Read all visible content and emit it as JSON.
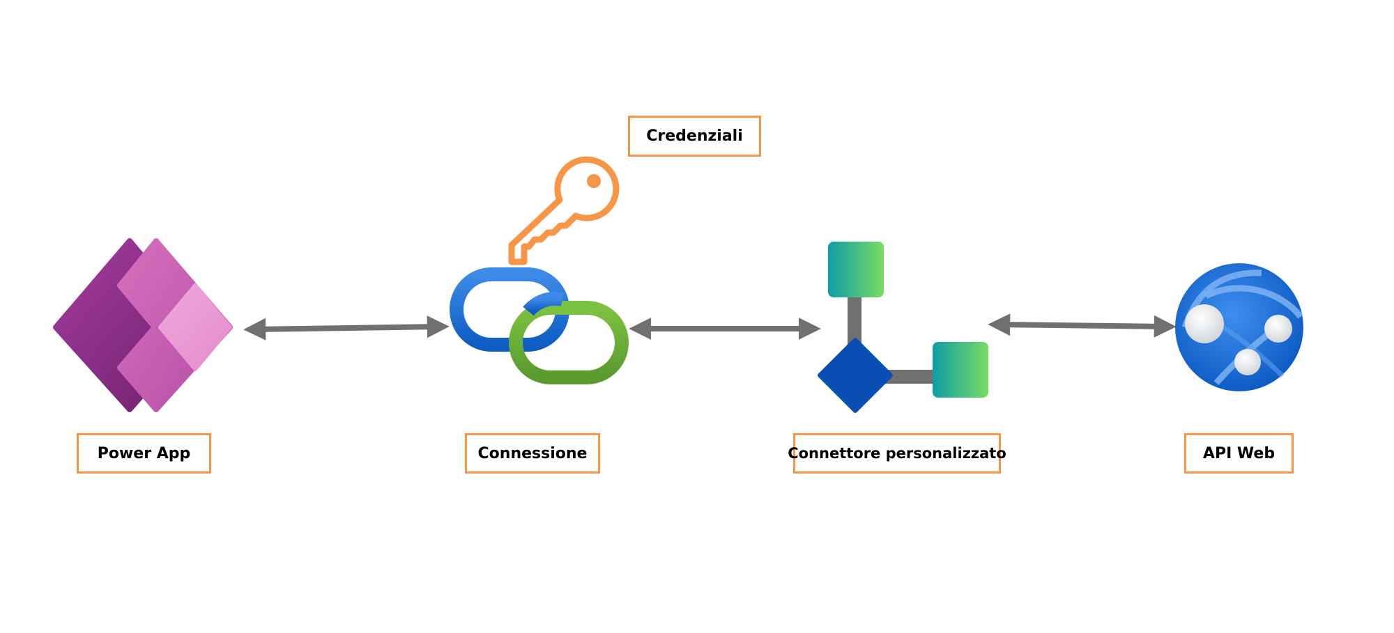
{
  "nodes": {
    "power_app": {
      "label": "Power App",
      "icon": "power-apps-logo-icon"
    },
    "connessione": {
      "label": "Connessione",
      "icon": "chain-link-icon"
    },
    "connettore": {
      "label": "Connettore personalizzato",
      "icon": "custom-connector-icon"
    },
    "api_web": {
      "label": "API Web",
      "icon": "web-api-globe-icon"
    }
  },
  "credentials": {
    "label": "Credenziali",
    "icon": "key-icon"
  },
  "colors": {
    "label_border": "#f79646",
    "arrow": "#707070",
    "key": "#f79646",
    "link_blue": "#1a6fd4",
    "link_green": "#6bae3a",
    "connector_diamond": "#0a4db3",
    "globe": "#1769d0",
    "power_apps_dark": "#8e2a8a",
    "power_apps_light": "#e184c6"
  },
  "edges": [
    {
      "from": "power_app",
      "to": "connessione",
      "direction": "bidirectional"
    },
    {
      "from": "connessione",
      "to": "connettore",
      "direction": "bidirectional"
    },
    {
      "from": "connettore",
      "to": "api_web",
      "direction": "bidirectional"
    }
  ]
}
